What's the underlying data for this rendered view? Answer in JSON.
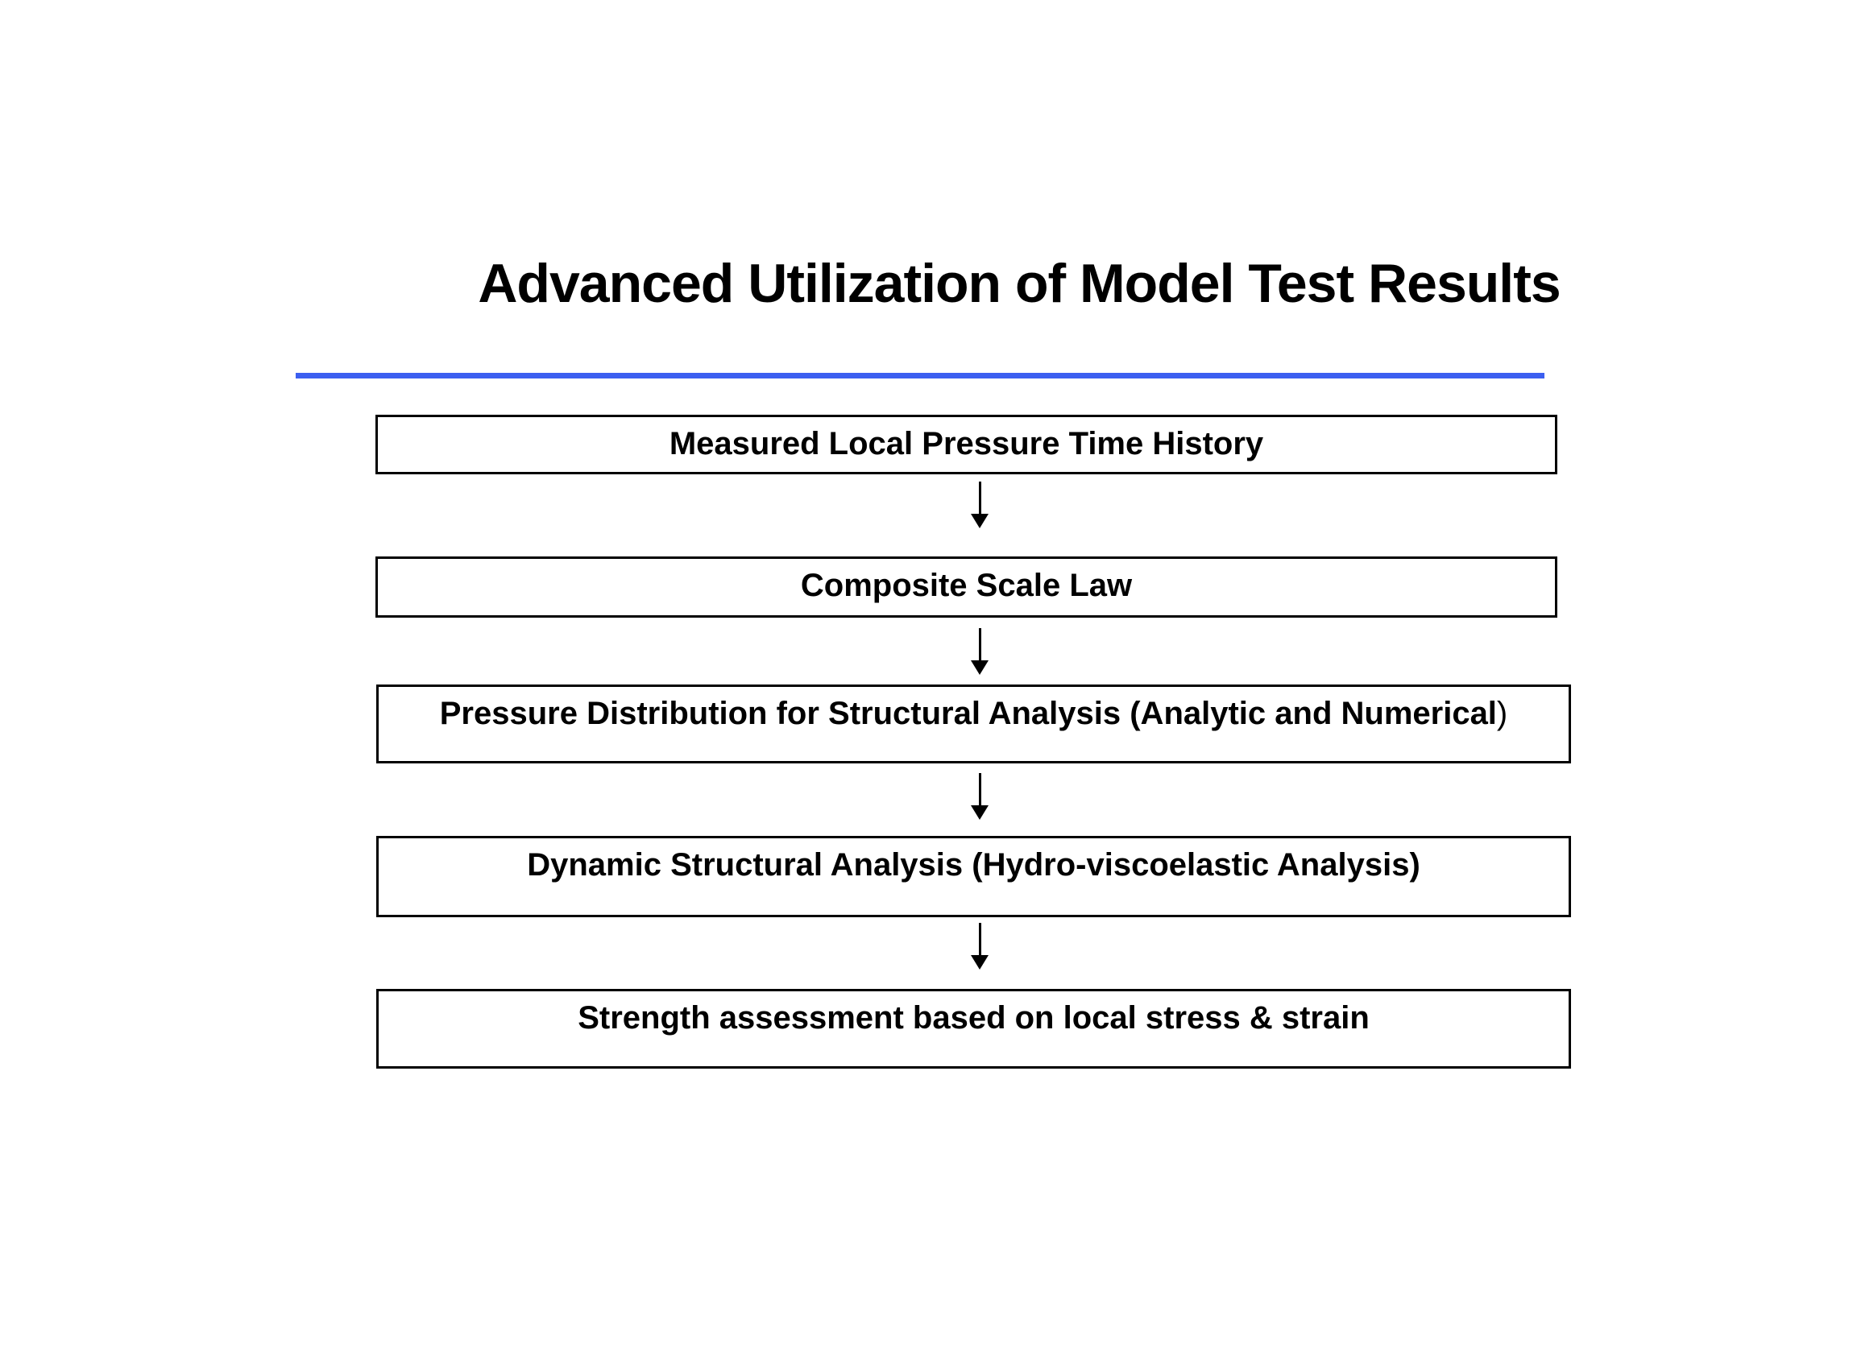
{
  "slide": {
    "title": "Advanced Utilization of Model Test Results",
    "accent_color": "#3c5ff0",
    "steps": [
      {
        "label": "Measured Local Pressure Time History",
        "suffix": ""
      },
      {
        "label": "Composite Scale Law",
        "suffix": ""
      },
      {
        "label": "Pressure Distribution for Structural Analysis (Analytic and Numerical",
        "suffix": ")"
      },
      {
        "label": "Dynamic Structural Analysis (Hydro-viscoelastic Analysis)",
        "suffix": ""
      },
      {
        "label": "Strength assessment based on local stress & strain",
        "suffix": ""
      }
    ]
  }
}
